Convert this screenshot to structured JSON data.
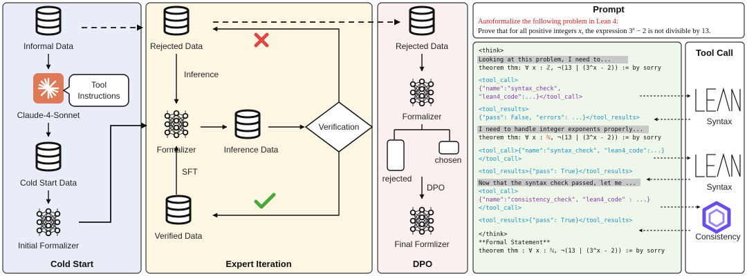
{
  "colors": {
    "cold_start_bg": "#e8edf8",
    "expert_iteration_bg": "#fdf6e3",
    "dpo_bg": "#fbf0f0",
    "code_bg": "#eef7e9",
    "red_prompt": "#d42020",
    "tool_blue": "#1e8fc8",
    "tool_purple": "#8a35b0",
    "cross": "#e04848",
    "check": "#4aa83a",
    "claude": "#de7a57",
    "consistency": "#6a4de8"
  },
  "sections": {
    "cold_start": "Cold Start",
    "expert_iteration": "Expert Iteration",
    "dpo": "DPO",
    "prompt": "Prompt",
    "tool_call": "Tool Call"
  },
  "nodes": {
    "informal_data": "Informal Data",
    "claude": "Claude-4-Sonnet",
    "tool_instructions": [
      "Tool",
      "Instructions"
    ],
    "cold_start_data": "Cold Start Data",
    "initial_formalizer": "Initial Formalizer",
    "rejected_data": "Rejected Data",
    "inference": "Inference",
    "formalizer": "Formalizer",
    "inference_data": "Inference Data",
    "verification": "Verification",
    "sft": "SFT",
    "verified_data": "Verified Data",
    "dpo_rejected_data": "Rejected Data",
    "dpo_formalizer": "Formalizer",
    "rejected": "rejected",
    "chosen": "chosen",
    "dpo_label": "DPO",
    "final_formalizer": "Final Formlizer"
  },
  "prompt": {
    "instruction": "Autoformalize the following problem in Lean 4:",
    "problem_prefix": "Prove that for all positive integers ",
    "problem_var": "x",
    "problem_mid": ", the expression ",
    "problem_expr": "3",
    "problem_exp": "x",
    "problem_suffix": " − 2 is not divisible by 13."
  },
  "code": {
    "think_open": "<think>",
    "thought1": "Looking at this problem, I need to...",
    "theorem1": "theorem thm: ∀ x : ℤ, ¬(13 | (3^x - 2)) := by sorry",
    "tc1_open": "<tool_call>",
    "tc1_l1": "{\"name\":\"syntax_check\",",
    "tc1_l2": "\"lean4_code\":...}</tool_call>",
    "tr1_open": "<tool_results>",
    "tr1_body": "{\"pass\": False, \"errors\": ...}</tool_results>",
    "thought2": "I need to handle integer exponents properly...",
    "theorem2_pre": "theorem thm: ∀ x : ",
    "theorem2_n": "ℕ",
    "theorem2_post": ", ¬(13 | (3^x - 2)) := by sorry",
    "tc2_l1": "<tool_call>{\"name\":\"syntax_check\", \"lean4_code\":...}",
    "tc2_l2": "</tool_call>",
    "tr2": "<tool_results>{\"pass\": True}</tool_results>",
    "thought3": "Now that the syntax check passed, let me ...",
    "tc3_open": "<tool_call>",
    "tc3_l1": "{\"name\":\"consistency_check\", \"lean4_code\" : ...}",
    "tc3_close": "</tool_call>",
    "tr3": "<tool_results>{\"pass\": True}</tool_results>",
    "think_close": "</think>",
    "formal_header": "**Formal Statement**",
    "theorem3": "theorem thm : ∀ x : ℕ, ¬(13 | (3^x - 2)) := by sorry"
  },
  "tools": {
    "syntax1": "Syntax",
    "syntax2": "Syntax",
    "consistency": "Consistency"
  },
  "icons": [
    "database-icon",
    "neural-network-icon",
    "claude-logo-icon",
    "lean-logo-icon",
    "consistency-logo-icon",
    "cross-icon",
    "check-icon"
  ]
}
